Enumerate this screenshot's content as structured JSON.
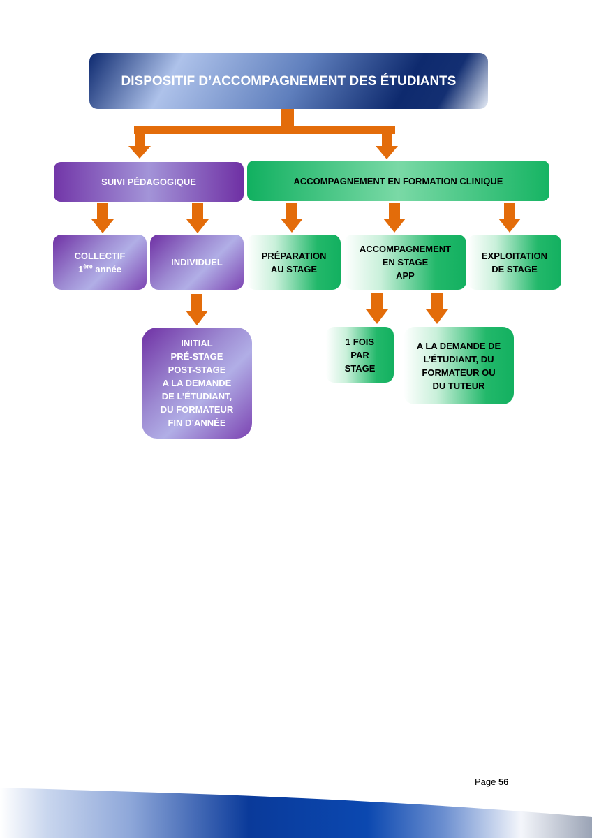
{
  "diagram": {
    "title": "DISPOSITIF D’ACCOMPAGNEMENT DES ÉTUDIANTS",
    "suivi": "SUIVI PÉDAGOGIQUE",
    "formation": "ACCOMPAGNEMENT EN FORMATION CLINIQUE",
    "collectif": {
      "line1": "COLLECTIF",
      "num": "1",
      "sup": "ère",
      "rest": " année"
    },
    "individuel": "INDIVIDUEL",
    "preparation": [
      "PRÉPARATION",
      "AU STAGE"
    ],
    "accompagnement": [
      "ACCOMPAGNEMENT",
      "EN STAGE",
      "APP"
    ],
    "exploitation": [
      "EXPLOITATION",
      "DE STAGE"
    ],
    "initial": [
      "INITIAL",
      "PRÉ-STAGE",
      "POST-STAGE",
      "A LA DEMANDE",
      "DE L’ÉTUDIANT,",
      "DU FORMATEUR",
      "FIN D’ANNÉE"
    ],
    "fois": [
      "1 FOIS",
      "PAR",
      "STAGE"
    ],
    "demande": [
      "A LA DEMANDE DE",
      "L’ÉTUDIANT, DU",
      "FORMATEUR OU",
      "DU TUTEUR"
    ]
  },
  "footer": {
    "page_label": "Page",
    "page_number": "56"
  },
  "colors": {
    "arrow": "#e36c0a",
    "navy": "#0e2a70",
    "purple": "#7236a8",
    "green": "#11b060"
  }
}
